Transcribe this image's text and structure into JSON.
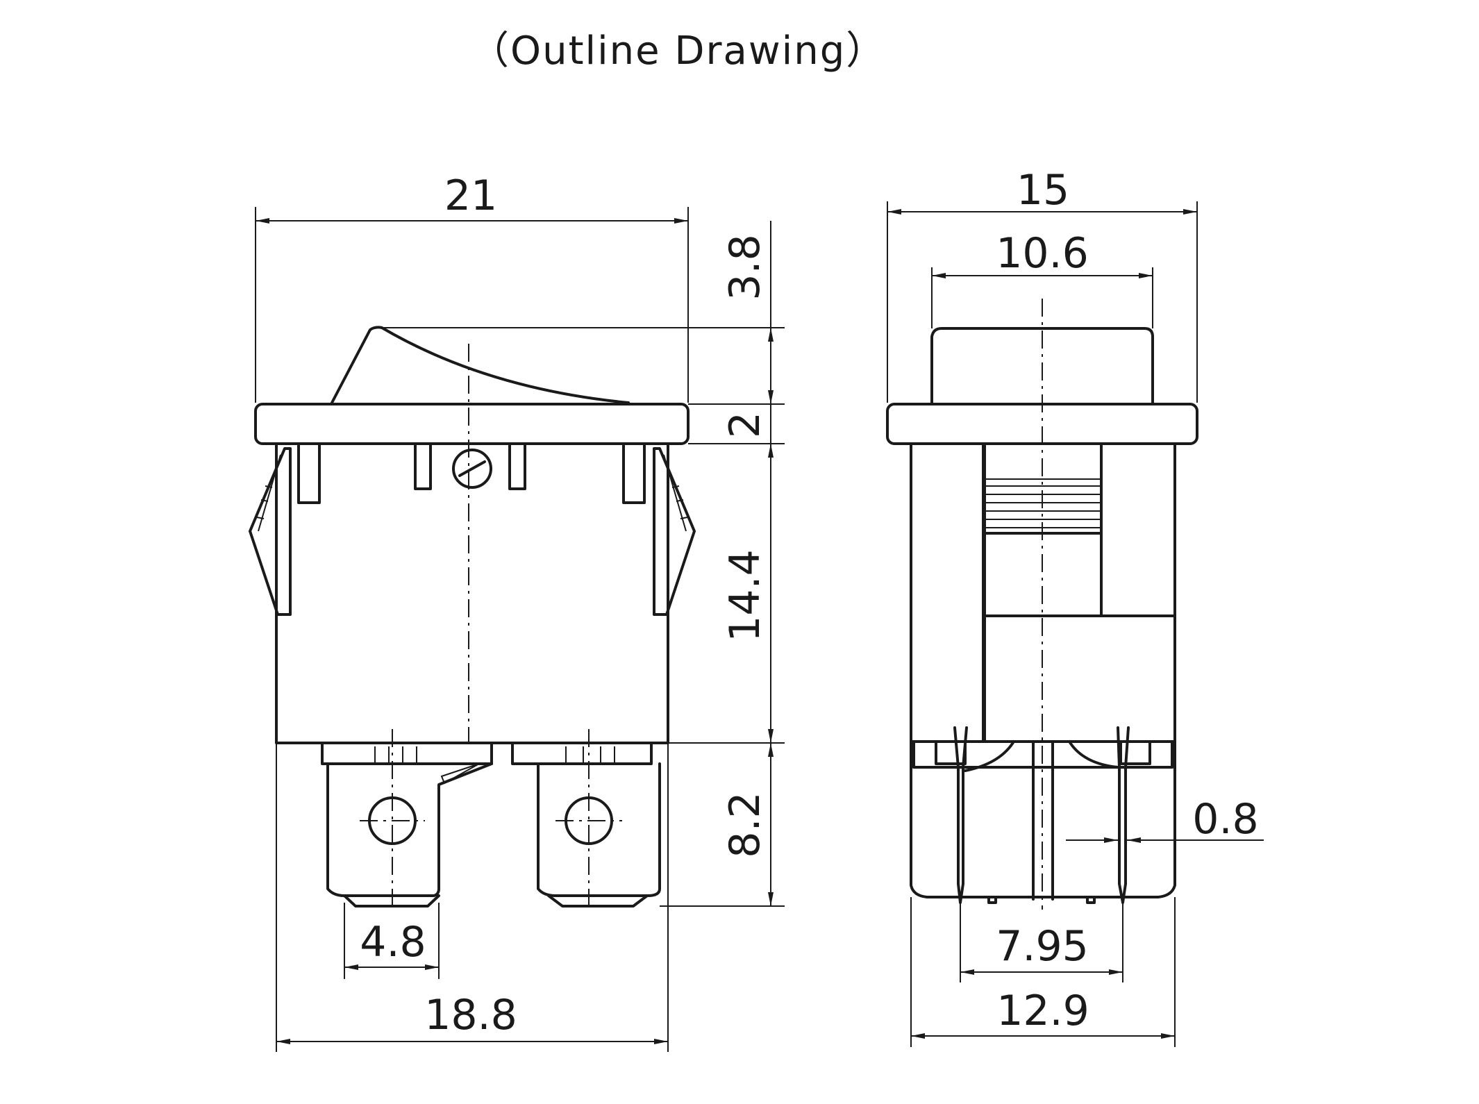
{
  "title": "（Outline Drawing）",
  "front_view": {
    "dims": {
      "overall_width": "21",
      "rocker_height": "3.8",
      "flange_thickness": "2",
      "body_height": "14.4",
      "terminal_height": "8.2",
      "terminal_width": "4.8",
      "body_width": "18.8"
    }
  },
  "side_view": {
    "dims": {
      "flange_width": "15",
      "rocker_width": "10.6",
      "pin_diameter": "0.8",
      "pin_spacing": "7.95",
      "body_width": "12.9"
    }
  }
}
